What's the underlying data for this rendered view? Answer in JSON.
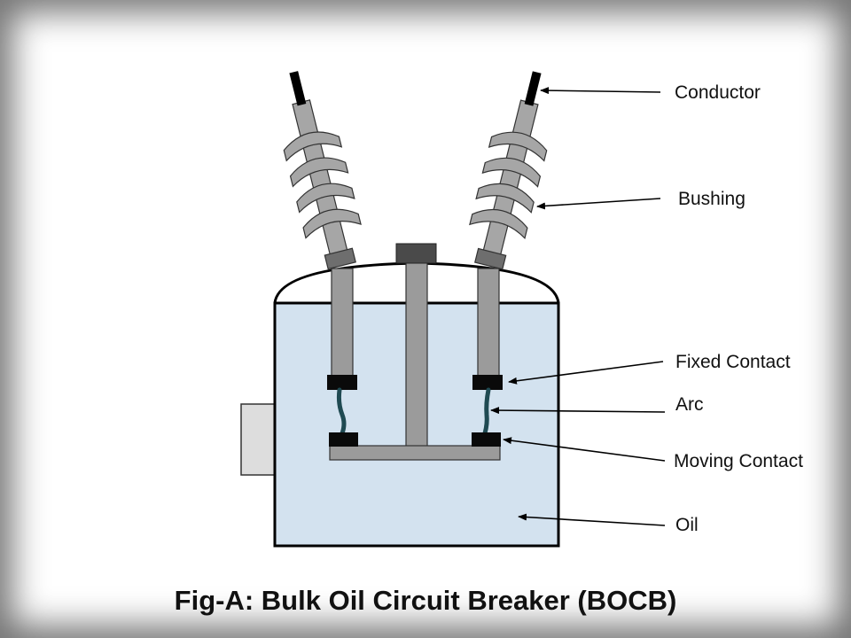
{
  "labels": {
    "conductor": "Conductor",
    "bushing": "Bushing",
    "fixed_contact": "Fixed Contact",
    "arc": "Arc",
    "moving_contact": "Moving Contact",
    "oil": "Oil"
  },
  "caption": "Fig-A: Bulk Oil Circuit Breaker (BOCB)",
  "colors": {
    "oil": "#d3e2ef",
    "porcelain": "#a6a6a6",
    "rod": "#9b9b9b",
    "contact": "#0a0a0a",
    "arc": "#1f4a52",
    "cap": "#4a4a4a",
    "side_box": "#dddddd"
  }
}
